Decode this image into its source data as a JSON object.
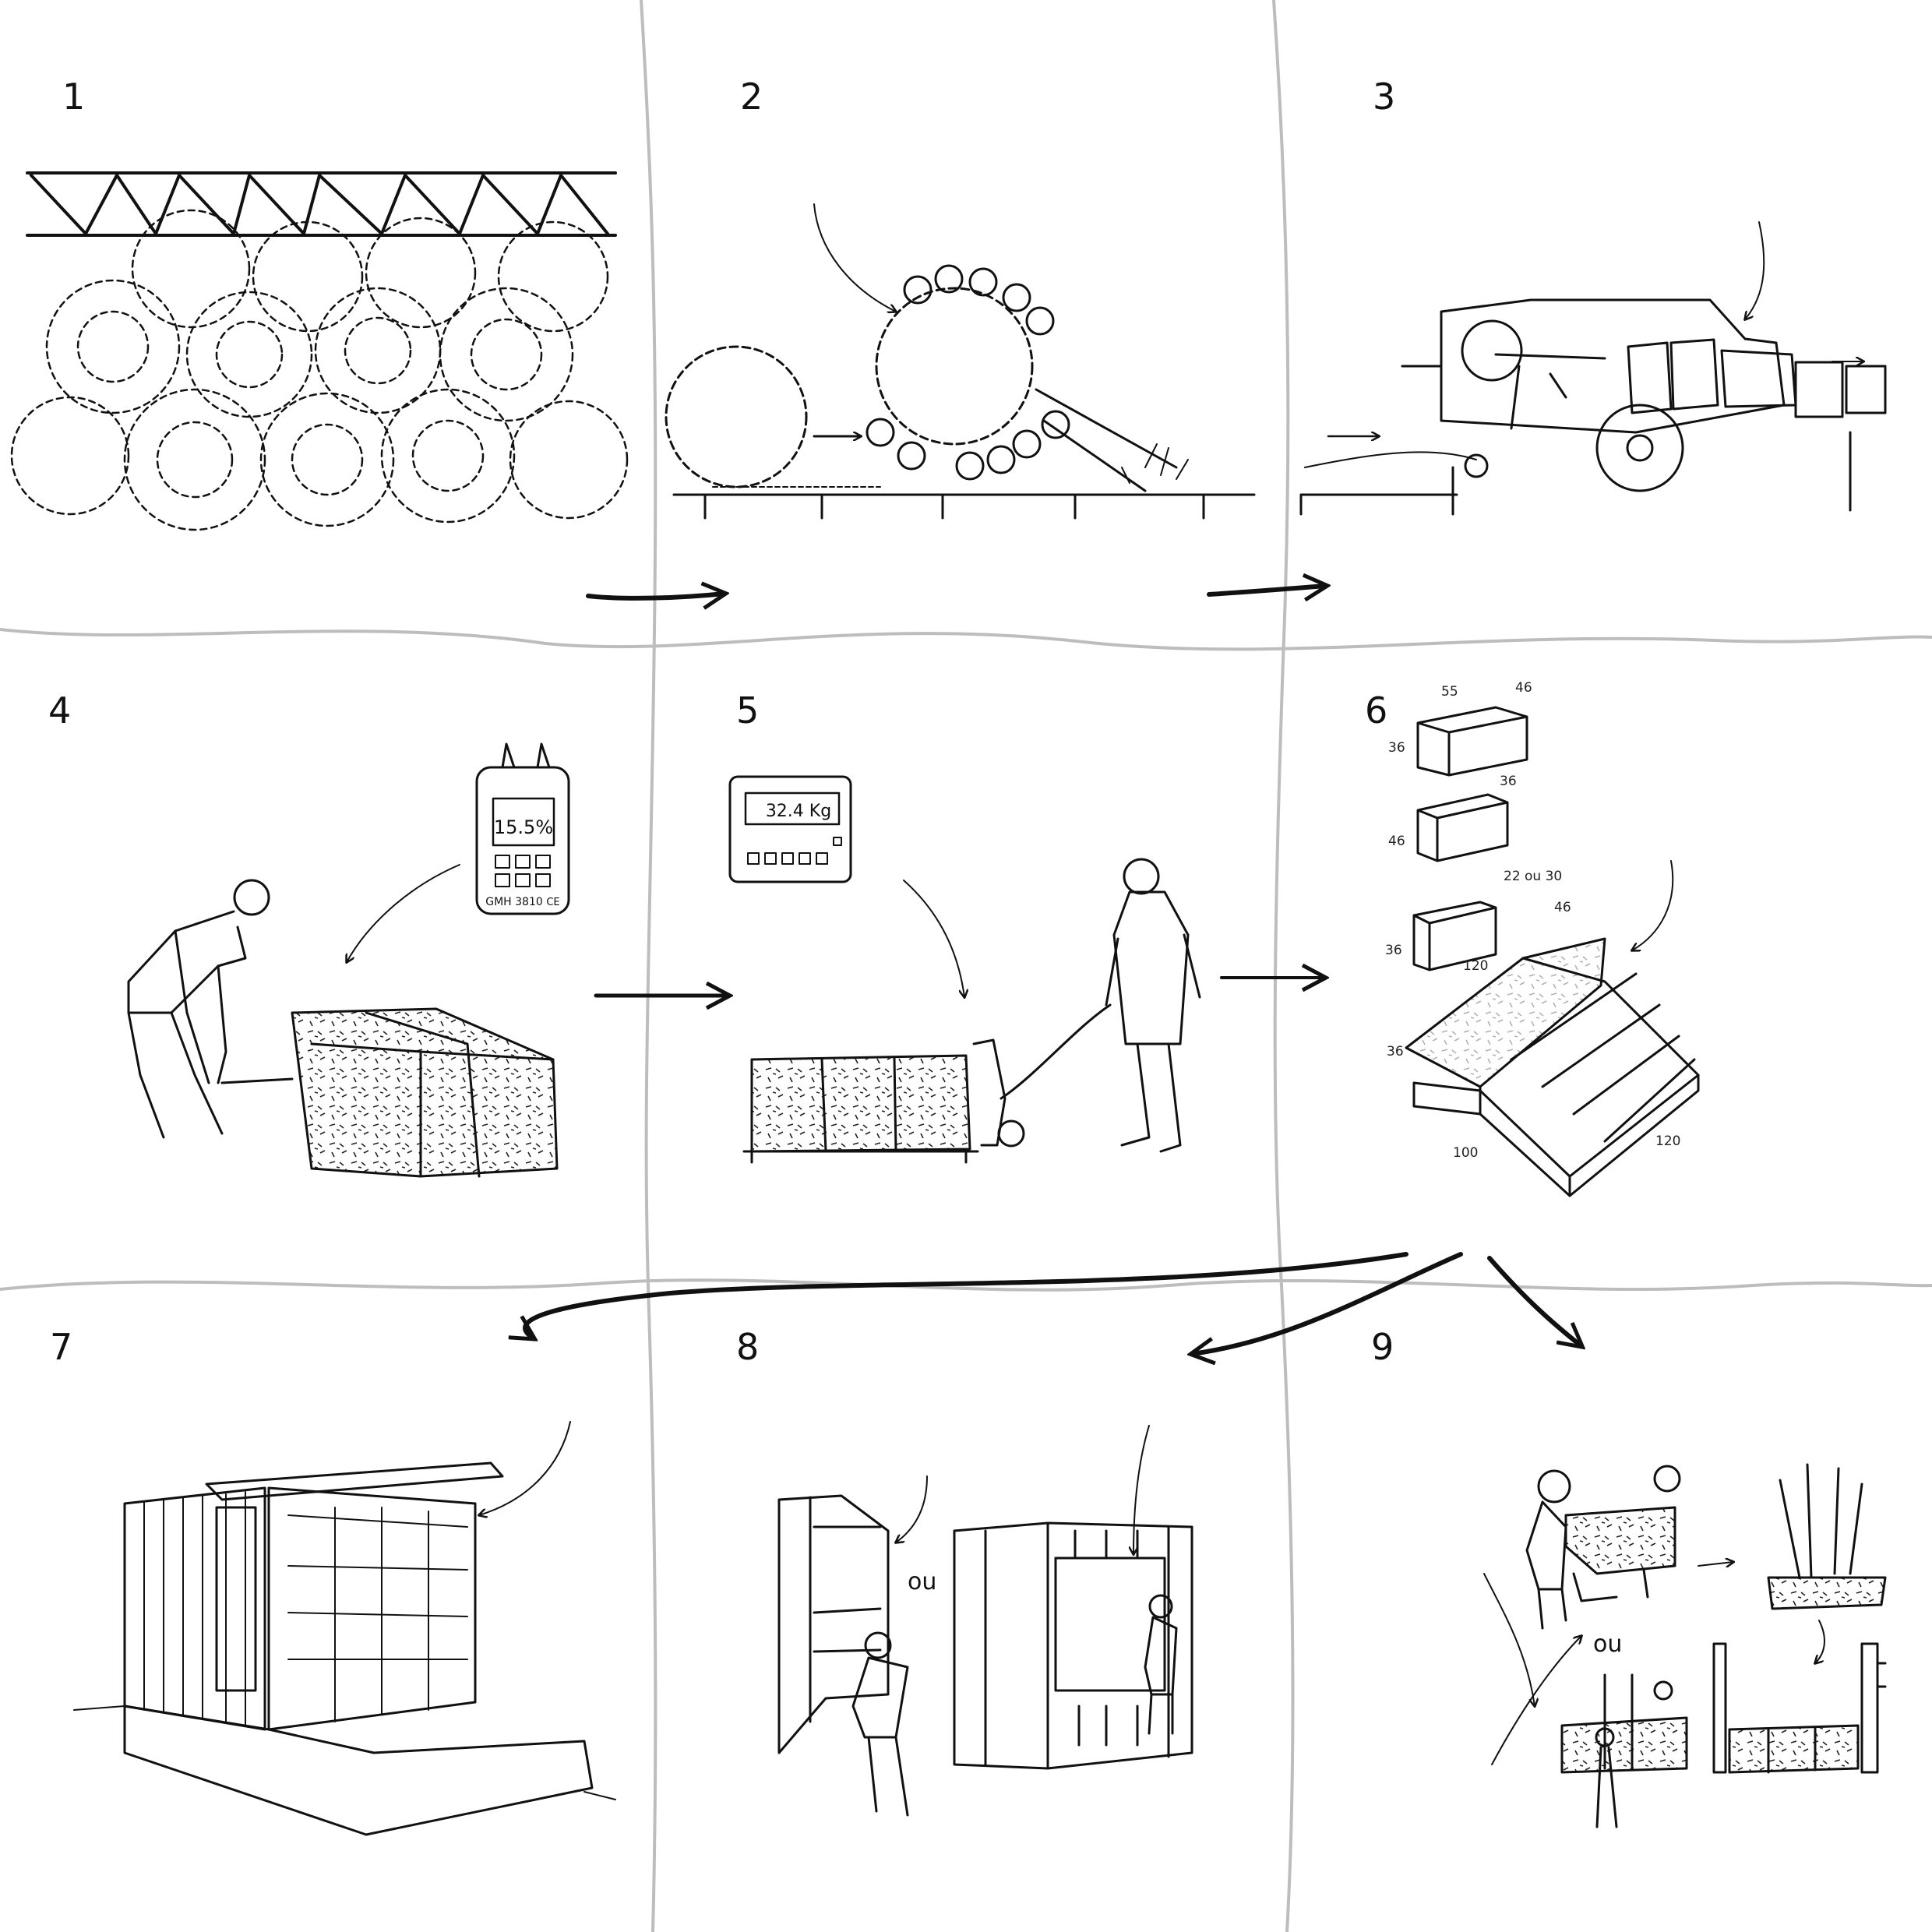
{
  "panels": [
    {
      "number": "1"
    },
    {
      "number": "2"
    },
    {
      "number": "3"
    },
    {
      "number": "4"
    },
    {
      "number": "5"
    },
    {
      "number": "6"
    },
    {
      "number": "7"
    },
    {
      "number": "8"
    },
    {
      "number": "9"
    }
  ],
  "moisture_meter": {
    "reading": "15.5%",
    "model": "GMH 3810",
    "mark": "CE"
  },
  "scale": {
    "reading": "32.4 Kg"
  },
  "bale_dimensions": {
    "d55": "55",
    "d46a": "46",
    "d36a": "36",
    "d36b": "36",
    "d46b": "46",
    "d22ou30": "22 ou 30",
    "d36c": "36",
    "d120a": "120",
    "d46c": "46",
    "d36d": "36",
    "d100": "100",
    "d120b": "120"
  },
  "connector_ou": "ou"
}
